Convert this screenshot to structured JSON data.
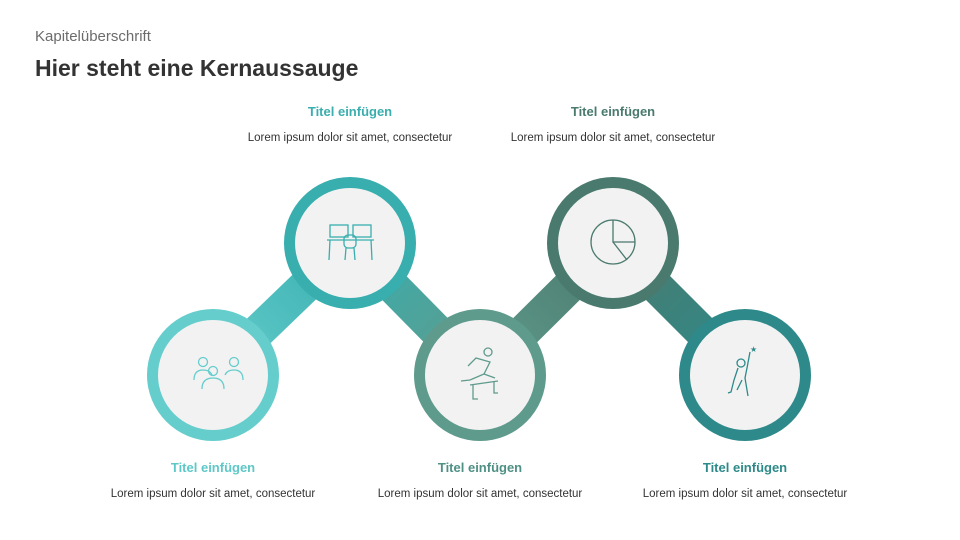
{
  "header": {
    "kicker": "Kapitelüberschrift",
    "title": "Hier steht eine Kernaussauge"
  },
  "steps": [
    {
      "title": "Titel einfügen",
      "text": "Lorem ipsum dolor sit amet, consectetur",
      "icon": "team-icon",
      "color": "#66cdcd",
      "title_color": "#5ec8c8"
    },
    {
      "title": "Titel einfügen",
      "text": "Lorem ipsum dolor sit amet, consectetur",
      "icon": "workstation-icon",
      "color": "#38aeae",
      "title_color": "#3aaeae"
    },
    {
      "title": "Titel einfügen",
      "text": "Lorem ipsum dolor sit amet, consectetur",
      "icon": "hurdle-runner-icon",
      "color": "#5f9b8c",
      "title_color": "#4f9085"
    },
    {
      "title": "Titel einfügen",
      "text": "Lorem ipsum dolor sit amet, consectetur",
      "icon": "pie-chart-icon",
      "color": "#4a7a6e",
      "title_color": "#4a7a6e"
    },
    {
      "title": "Titel einfügen",
      "text": "Lorem ipsum dolor sit amet, consectetur",
      "icon": "reaching-star-icon",
      "color": "#2e8a8a",
      "title_color": "#2e8a8a"
    }
  ]
}
